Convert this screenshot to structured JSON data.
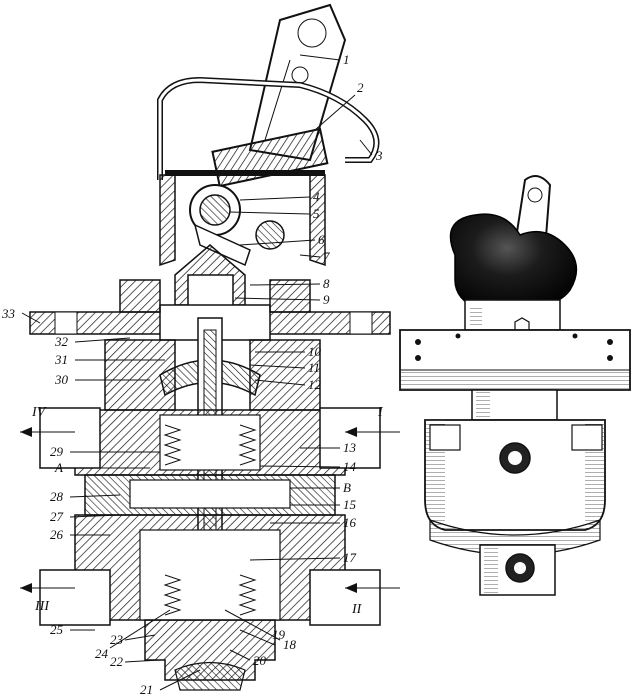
{
  "callouts": {
    "n1": "1",
    "n2": "2",
    "n3": "3",
    "n4": "4",
    "n5": "5",
    "n6": "6",
    "n7": "7",
    "n8": "8",
    "n9": "9",
    "n10": "10",
    "n11": "11",
    "n12": "12",
    "n13": "13",
    "n14": "14",
    "n15": "15",
    "n16": "16",
    "n17": "17",
    "n18": "18",
    "n19": "19",
    "n20": "20",
    "n21": "21",
    "n22": "22",
    "n23": "23",
    "n24": "24",
    "n25": "25",
    "n26": "26",
    "n27": "27",
    "n28": "28",
    "n29": "29",
    "n30": "30",
    "n31": "31",
    "n32": "32",
    "n33": "33"
  },
  "letters": {
    "A": "A",
    "B": "B"
  },
  "ports": {
    "I": "I",
    "II": "II",
    "III": "III",
    "IV": "IV"
  },
  "colors": {
    "ink": "#111111",
    "paper": "#ffffff",
    "knob": "#1a1a1a"
  }
}
